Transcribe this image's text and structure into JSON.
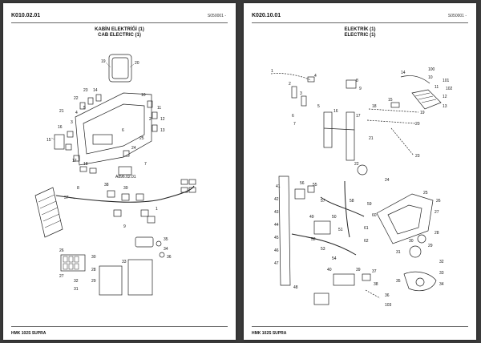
{
  "left_page": {
    "code": "K010.02.01",
    "ref": "S050001 -",
    "title_tr": "KABİN ELEKTRİĞİ (1)",
    "title_en": "CAB ELECTRIC (1)",
    "subassembly_ref": "A896.02.01",
    "footer": "HMK 102S SUPRA",
    "callouts": [
      "19",
      "20",
      "10",
      "11",
      "12",
      "13",
      "14",
      "15",
      "16",
      "17",
      "18",
      "21",
      "22",
      "23",
      "24",
      "25",
      "26",
      "27",
      "28",
      "29",
      "30",
      "31",
      "32",
      "33",
      "34",
      "35",
      "36",
      "37",
      "38",
      "39",
      "1",
      "2",
      "3",
      "4",
      "5",
      "6",
      "7",
      "8",
      "9"
    ]
  },
  "right_page": {
    "code": "K020.10.01",
    "ref": "S050001 -",
    "title_tr": "ELEKTRİK (1)",
    "title_en": "ELECTRIC (1)",
    "footer": "HMK 102S SUPRA",
    "callouts": [
      "1",
      "2",
      "3",
      "4",
      "5",
      "6",
      "7",
      "8",
      "9",
      "10",
      "11",
      "12",
      "13",
      "14",
      "15",
      "16",
      "17",
      "18",
      "19",
      "20",
      "21",
      "22",
      "23",
      "24",
      "25",
      "26",
      "27",
      "28",
      "29",
      "30",
      "31",
      "32",
      "33",
      "34",
      "35",
      "36",
      "37",
      "38",
      "39",
      "40",
      "41",
      "42",
      "43",
      "44",
      "45",
      "46",
      "47",
      "48",
      "49",
      "50",
      "51",
      "52",
      "53",
      "54",
      "55",
      "56",
      "57",
      "58",
      "59",
      "60",
      "61",
      "62",
      "100",
      "101",
      "102",
      "103"
    ]
  }
}
